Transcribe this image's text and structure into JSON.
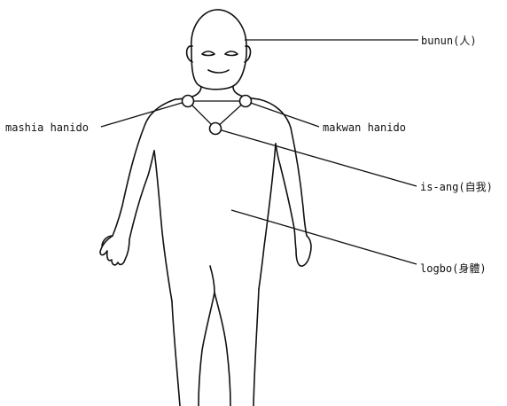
{
  "labels": {
    "bunun": "bunun(人)",
    "mashia_hanido": "mashia hanido",
    "makwan_hanido": "makwan hanido",
    "is_ang": "is-ang(自我)",
    "logbo": "logbo(身體)"
  },
  "colors": {
    "ink": "#111111",
    "background": "#ffffff"
  }
}
